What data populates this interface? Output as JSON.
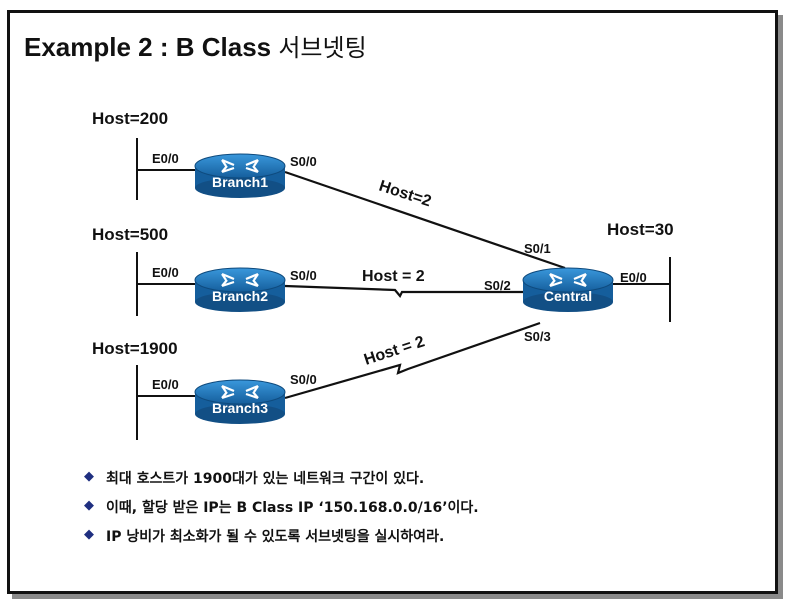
{
  "title": {
    "main": "Example 2 : B Class ",
    "korean": "서브넷팅"
  },
  "colors": {
    "router_blue": "#1b6fb3",
    "router_top": "#2d8ad0",
    "line": "#111111",
    "bullet": "#1f2f80"
  },
  "routers": [
    {
      "name": "Branch1",
      "icon": "router-icon"
    },
    {
      "name": "Branch2",
      "icon": "router-icon"
    },
    {
      "name": "Branch3",
      "icon": "router-icon"
    },
    {
      "name": "Central",
      "icon": "router-icon"
    }
  ],
  "lans": [
    {
      "host": "Host=200",
      "interface": "E0/0"
    },
    {
      "host": "Host=500",
      "interface": "E0/0"
    },
    {
      "host": "Host=1900",
      "interface": "E0/0"
    },
    {
      "host": "Host=30",
      "interface": "E0/0"
    }
  ],
  "links": [
    {
      "from_if": "S0/0",
      "to_if": "S0/1",
      "host": "Host=2"
    },
    {
      "from_if": "S0/0",
      "to_if": "S0/2",
      "host": "Host = 2"
    },
    {
      "from_if": "S0/0",
      "to_if": "S0/3",
      "host": "Host = 2"
    }
  ],
  "bullets": [
    "최대 호스트가 1900대가 있는 네트워크 구간이 있다.",
    "이때, 할당 받은 IP는 B Class IP ‘150.168.0.0/16’이다.",
    "IP 낭비가 최소화가 될 수 있도록 서브넷팅을 실시하여라."
  ],
  "bullet_symbol": "◆"
}
